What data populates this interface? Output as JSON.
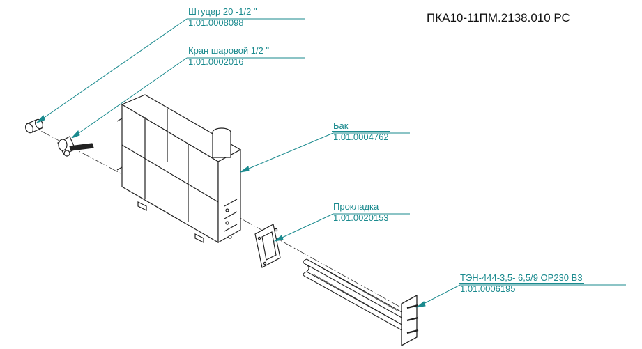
{
  "drawing": {
    "document_code": "ПКА10-11ПМ.2138.010 РС",
    "leader_color": "#1a8a8e",
    "callouts": [
      {
        "name": "Штуцер 20 -1/2 \"",
        "code": "1.01.0008098"
      },
      {
        "name": "Кран шаровой 1/2 \"",
        "code": "1.01.0002016"
      },
      {
        "name": "Бак",
        "code": "1.01.0004762"
      },
      {
        "name": "Прокладка",
        "code": "1.01.0020153"
      },
      {
        "name": "ТЭН-444-3,5- 6,5/9 ОР230 В3",
        "code": "1.01.0006195"
      }
    ]
  }
}
